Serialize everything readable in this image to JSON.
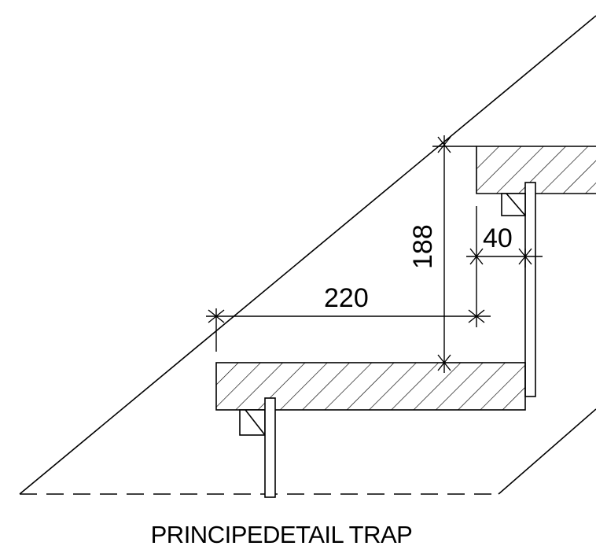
{
  "drawing": {
    "caption": "PRINCIPEDETAIL TRAP",
    "dimensions": {
      "going": "220",
      "rise": "188",
      "riser_thickness": "40"
    },
    "colors": {
      "line": "#000000",
      "background": "#ffffff"
    }
  }
}
